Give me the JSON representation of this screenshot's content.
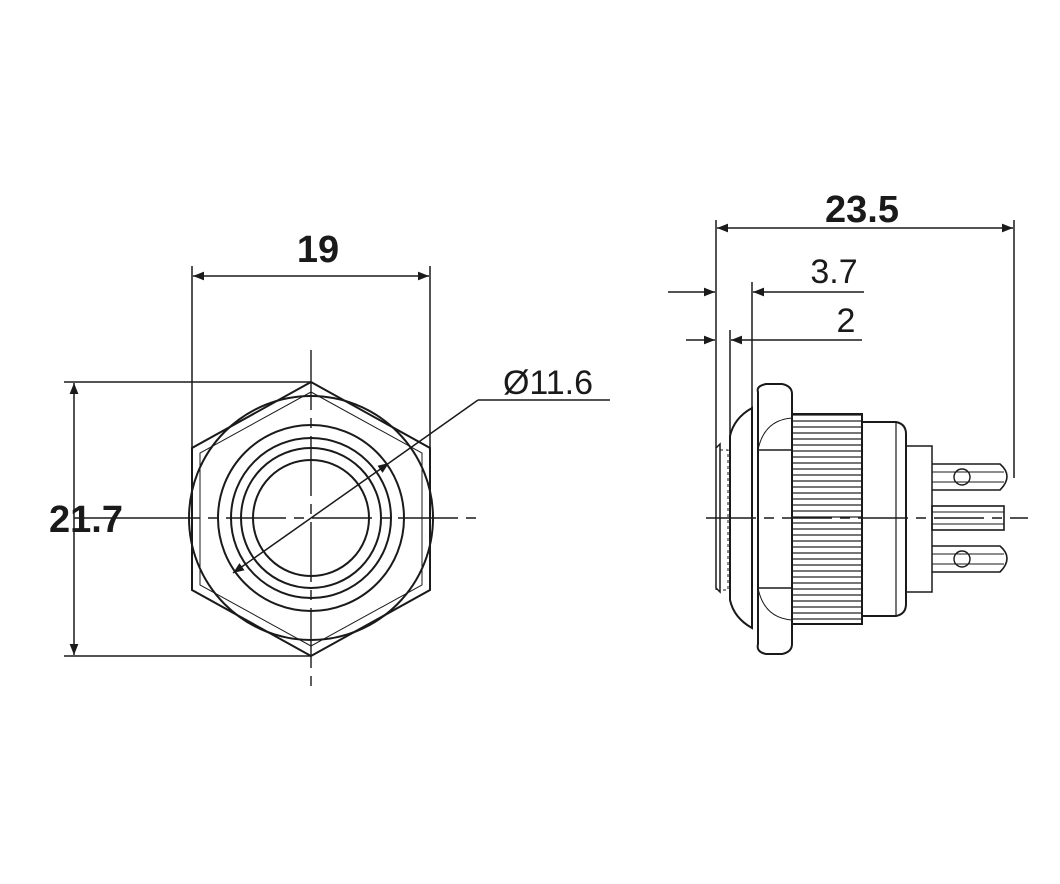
{
  "front_view": {
    "width_label": "19",
    "height_label": "21.7",
    "diameter_label": "Ø11.6"
  },
  "side_view": {
    "length_label": "23.5",
    "flange_label": "3.7",
    "cap_label": "2"
  },
  "colors": {
    "line": "#1a1a1a",
    "background": "#ffffff"
  }
}
